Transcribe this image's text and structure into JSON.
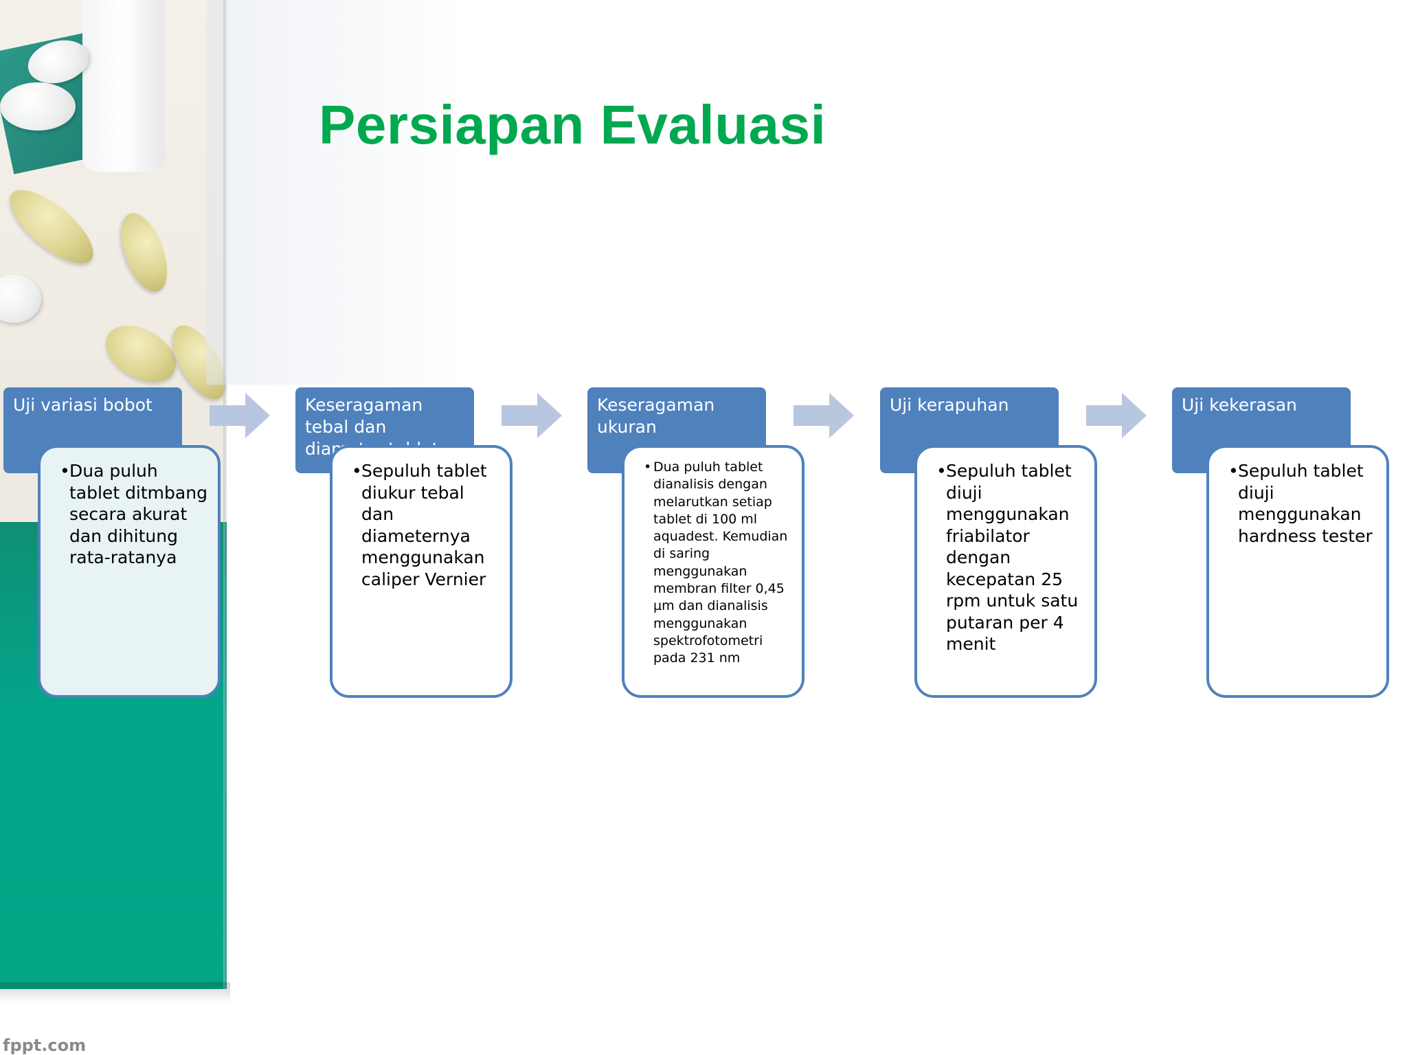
{
  "title": "Persiapan Evaluasi",
  "steps": [
    {
      "header": "Uji variasi bobot",
      "body": "Dua puluh tablet ditmbang secara akurat dan dihitung rata-ratanya"
    },
    {
      "header": "Keseragaman tebal dan diameter tablet",
      "body": "Sepuluh tablet diukur tebal dan diameternya menggunakan caliper Vernier"
    },
    {
      "header": "Keseragaman ukuran",
      "body": "Dua puluh tablet dianalisis dengan melarutkan setiap tablet di 100 ml aquadest. Kemudian di saring menggunakan membran filter 0,45 µm dan dianalisis menggunakan spektrofotometri pada 231 nm"
    },
    {
      "header": "Uji kerapuhan",
      "body": "Sepuluh tablet diuji menggunakan friabilator dengan kecepatan 25 rpm untuk satu putaran per 4 menit"
    },
    {
      "header": "Uji kekerasan",
      "body": "Sepuluh tablet diuji menggunakan hardness tester"
    }
  ],
  "colors": {
    "title": "#00a84f",
    "header_fill": "#4f81bd",
    "arrow_fill": "#b9c6df"
  },
  "footer": "fppt.com"
}
